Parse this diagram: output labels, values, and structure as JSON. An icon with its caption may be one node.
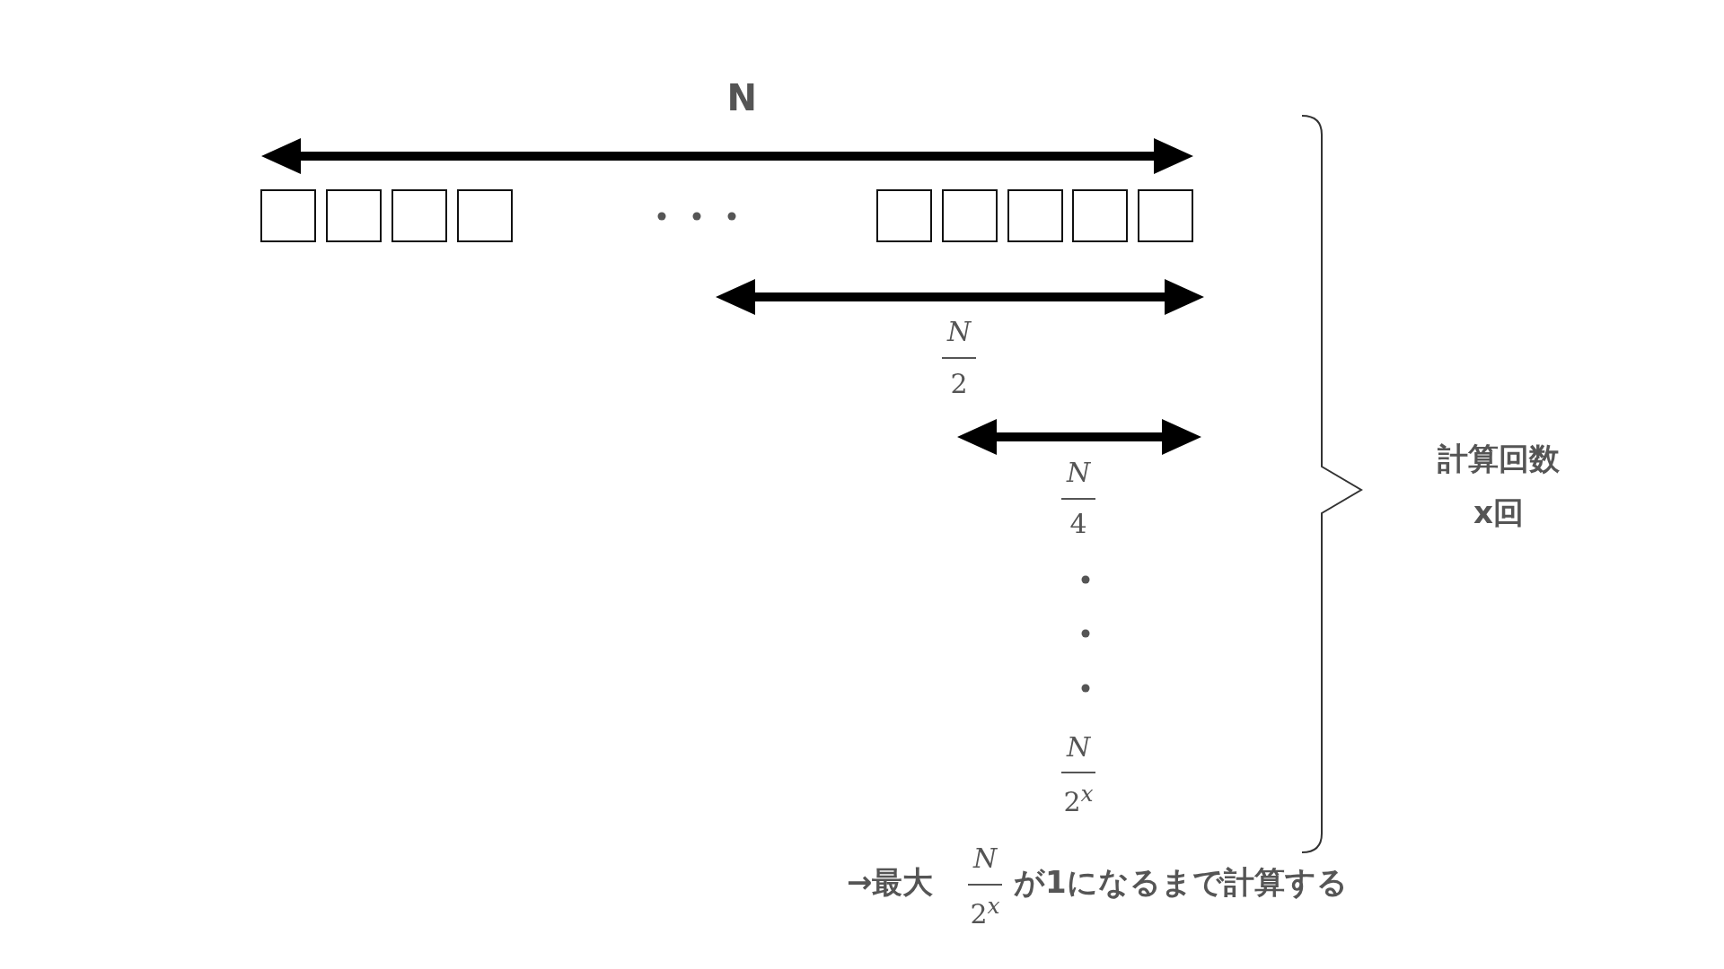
{
  "diagram": {
    "nodes": [
      {
        "text": [],
        "shape": "box"
      },
      {
        "text": [],
        "shape": "box"
      },
      {
        "text": [],
        "shape": "box"
      },
      {
        "text": [],
        "shape": "box"
      },
      {
        "text": [],
        "shape": "box"
      },
      {
        "text": [],
        "shape": "box"
      },
      {
        "text": [],
        "shape": "box"
      },
      {
        "text": [],
        "shape": "box"
      },
      {
        "text": [],
        "shape": "box"
      }
    ],
    "labels": [
      "N",
      "N",
      "2",
      "N",
      "4",
      "N",
      "2$^{x}$",
      "計算回数",
      "x回",
      "→最大",
      "N",
      "2$^{x}$",
      "が1になるまで計算する"
    ]
  }
}
